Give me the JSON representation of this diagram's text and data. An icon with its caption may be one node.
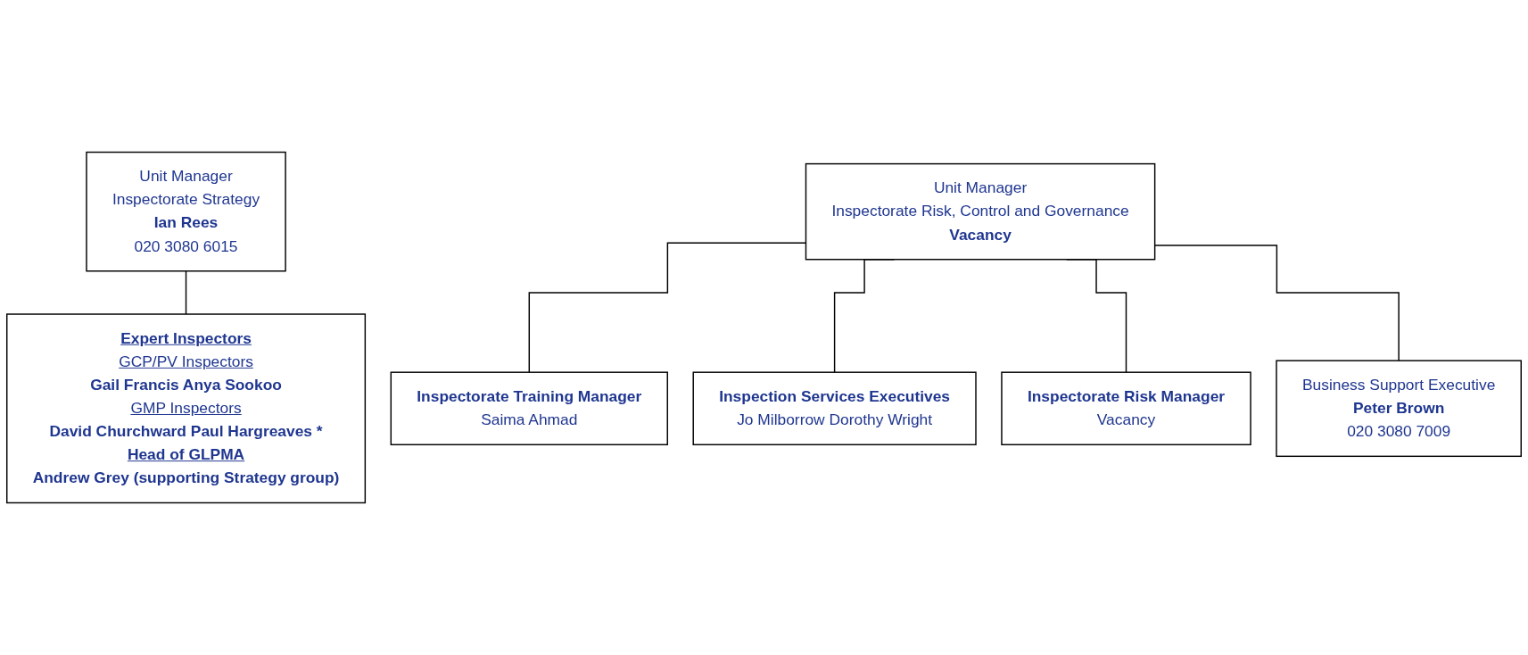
{
  "diagram": {
    "nodes": [
      {
        "text": [
          "Unit Manager",
          "Inspectorate Strategy",
          "Ian Rees",
          "020 3080 6015"
        ]
      },
      {
        "text": [
          "Expert Inspectors",
          "GCP/PV Inspectors",
          "Gail Francis Anya Sookoo",
          "GMP Inspectors",
          "David Churchward Paul Hargreaves *",
          "Head of GLPMA",
          "Andrew Grey (supporting Strategy group)"
        ]
      },
      {
        "text": [
          "Unit Manager",
          "Inspectorate Risk, Control and Governance",
          "Vacancy"
        ]
      },
      {
        "text": [
          "Inspectorate Training Manager",
          "Saima Ahmad"
        ]
      },
      {
        "text": [
          "Inspection Services Executives",
          "Jo Milborrow Dorothy Wright"
        ]
      },
      {
        "text": [
          "Inspectorate Risk Manager",
          "Vacancy"
        ]
      },
      {
        "text": [
          "Business Support Executive",
          "Peter Brown",
          "020 3080 7009"
        ]
      }
    ],
    "edges": [
      {
        "from": 0,
        "to": 1,
        "arrow": "none"
      },
      {
        "from": 2,
        "to": 3,
        "arrow": "none"
      },
      {
        "from": 2,
        "to": 4,
        "arrow": "none"
      },
      {
        "from": 2,
        "to": 5,
        "arrow": "none"
      },
      {
        "from": 2,
        "to": 6,
        "arrow": "none"
      }
    ]
  }
}
